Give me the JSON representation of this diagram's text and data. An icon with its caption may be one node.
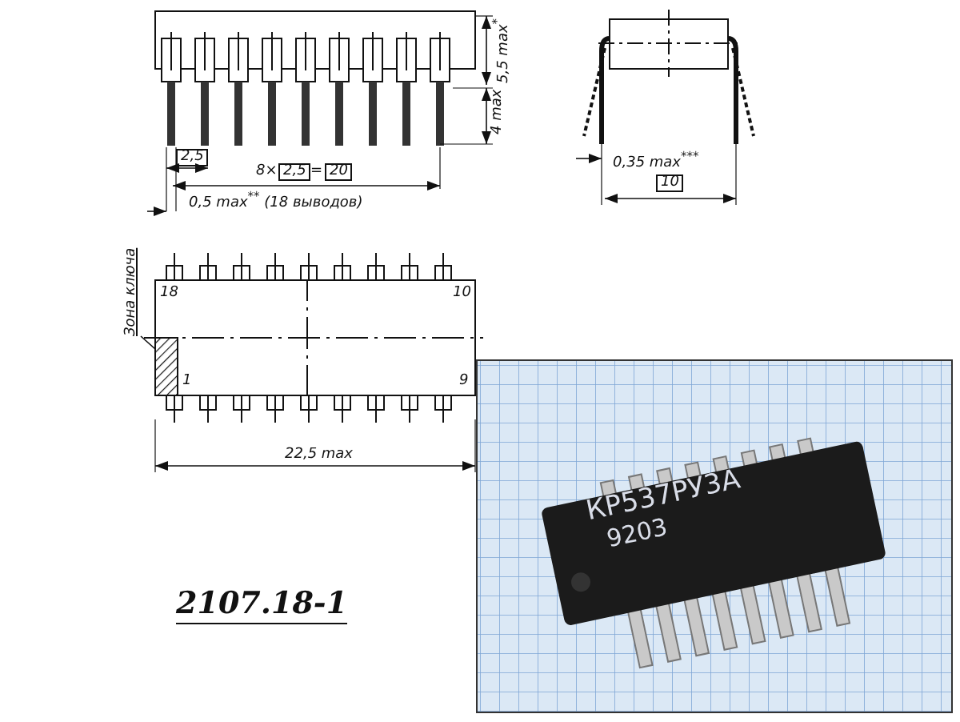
{
  "diagram": {
    "nodes": [
      {
        "text": [
          "Зона ключа"
        ]
      },
      {
        "text": [],
        "shape": "box"
      }
    ],
    "edges": [
      {
        "from": 0,
        "to": 1,
        "arrow": "none"
      }
    ],
    "labels": [
      "5,5 max$^{*}$",
      "4 max",
      "2,5",
      "8×",
      "2,5",
      "=",
      "20",
      "0,5 max$^{**}$ (18 выводов)",
      "0,35 max$^{***}$",
      "10",
      "18",
      "10",
      "1",
      "9",
      "22,5 max",
      "2107.18-1",
      "КР537РУ3А",
      "9203"
    ]
  }
}
